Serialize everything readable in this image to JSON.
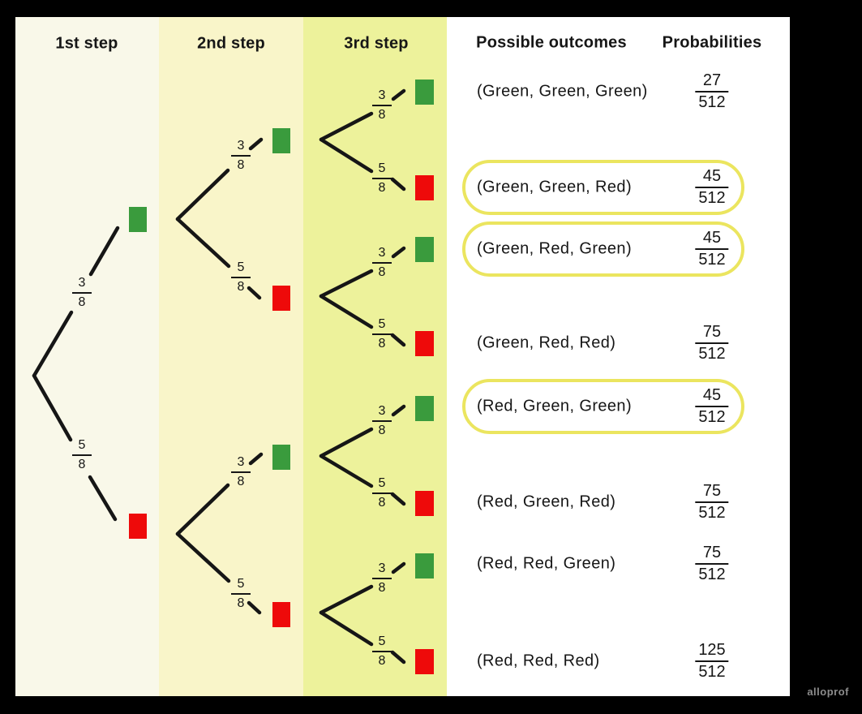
{
  "columns": [
    {
      "label": "1st step"
    },
    {
      "label": "2nd step"
    },
    {
      "label": "3rd step"
    }
  ],
  "table": {
    "outcomes_header": "Possible outcomes",
    "probabilities_header": "Probabilities",
    "rows": [
      {
        "outcome": "(Green, Green, Green)",
        "numerator": "27",
        "denominator": "512",
        "highlighted": false
      },
      {
        "outcome": "(Green, Green, Red)",
        "numerator": "45",
        "denominator": "512",
        "highlighted": true
      },
      {
        "outcome": "(Green, Red, Green)",
        "numerator": "45",
        "denominator": "512",
        "highlighted": true
      },
      {
        "outcome": "(Green, Red, Red)",
        "numerator": "75",
        "denominator": "512",
        "highlighted": false
      },
      {
        "outcome": "(Red, Green, Green)",
        "numerator": "45",
        "denominator": "512",
        "highlighted": true
      },
      {
        "outcome": "(Red, Green, Red)",
        "numerator": "75",
        "denominator": "512",
        "highlighted": false
      },
      {
        "outcome": "(Red, Red, Green)",
        "numerator": "75",
        "denominator": "512",
        "highlighted": false
      },
      {
        "outcome": "(Red, Red, Red)",
        "numerator": "125",
        "denominator": "512",
        "highlighted": false
      }
    ]
  },
  "tree": {
    "green_branch": {
      "numerator": "3",
      "denominator": "8"
    },
    "red_branch": {
      "numerator": "5",
      "denominator": "8"
    }
  },
  "colors": {
    "green_marble": "#3a9b3d",
    "red_marble": "#ee0a0a",
    "step1_bg": "#f9f8e9",
    "step2_bg": "#f9f5c9",
    "step3_bg": "#edf29b",
    "highlight_ring": "#ebe55f",
    "line": "#161616"
  },
  "watermark": "alloprof"
}
